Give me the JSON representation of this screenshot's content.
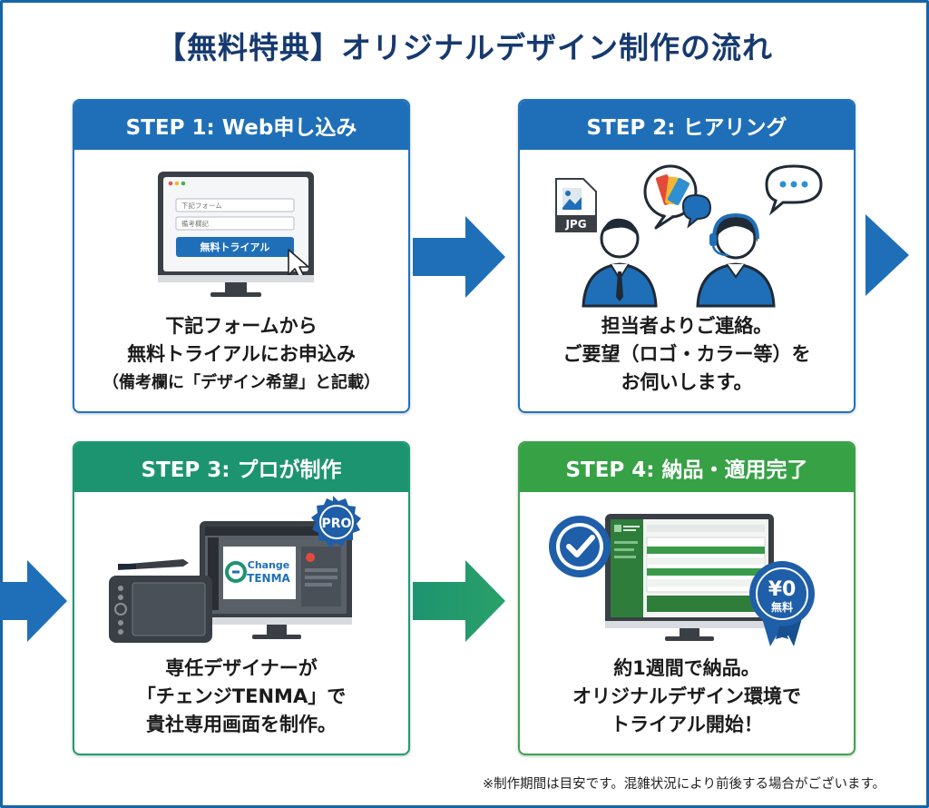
{
  "title": "【無料特典】オリジナルデザイン制作の流れ",
  "steps": [
    {
      "header": "STEP 1: Web申し込み",
      "lines": [
        "下記フォームから",
        "無料トライアルにお申込み",
        "（備考欄に「デザイン希望」と記載）"
      ],
      "form_field1": "下記フォーム",
      "form_field2": "備考欄記",
      "form_button": "無料トライアル"
    },
    {
      "header": "STEP 2: ヒアリング",
      "lines": [
        "担当者よりご連絡。",
        "ご要望（ロゴ・カラー等）を",
        "お伺いします。"
      ],
      "file_label": "JPG"
    },
    {
      "header": "STEP 3: プロが制作",
      "lines": [
        "専任デザイナーが",
        "「チェンジTENMA」で",
        "貴社専用画面を制作。"
      ],
      "logo_line1": "Change",
      "logo_line2": "TENMA",
      "badge": "PRO"
    },
    {
      "header": "STEP 4: 納品・適用完了",
      "lines": [
        "約1週間で納品。",
        "オリジナルデザイン環境で",
        "トライアル開始！"
      ],
      "price_badge": "¥0",
      "price_badge_sub": "無料"
    }
  ],
  "footnote": "※制作期間は目安です。混雑状況により前後する場合がございます。",
  "colors": {
    "blue": "#1f6fb8",
    "teal": "#1d9470",
    "green": "#37a146",
    "title": "#163a6e"
  }
}
